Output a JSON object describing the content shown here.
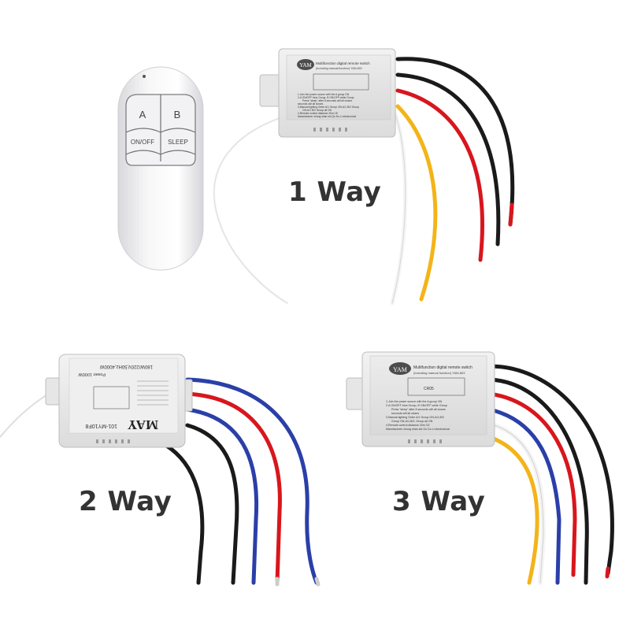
{
  "remote": {
    "button_a": "A",
    "button_b": "B",
    "button_on_off": "ON/OFF",
    "button_sleep": "SLEEP"
  },
  "captions": {
    "one_way": "1 Way",
    "two_way": "2 Way",
    "three_way": "3 Way"
  },
  "module_1": {
    "brand": "YAM",
    "title": "Multifunction digital remote switch",
    "subtitle": "(Including manual function) YAM-802",
    "lines": [
      "1.Join the power source with the A group ON",
      "2.A ON/OFF blue Group, B ON/OFF white Group",
      "Press \"sleep\" after 8 seconds will all closes",
      "seconds will all closes",
      "3.Manual lighting Order A/1 Group ON-A/1 B/2 Group",
      "ON-A/1 B/2 Group all ON",
      "4.Remote control distance 20m CE",
      "Manufacturer zhong shan shi Qu Du Li electronical"
    ]
  },
  "module_2": {
    "brand": "MAY",
    "model": "101-MY10F8",
    "spec": "180W/220V,50Hz,4000W",
    "label_top": "Power 1000W"
  },
  "module_3": {
    "brand": "YAM",
    "title": "Multifunction digital remote switch",
    "subtitle": "(Including manual function) YAM-803",
    "chip": "CR05",
    "lines": [
      "1.Join the power source with the A group ON",
      "2.A ON/OFF blue Group, B ON/OFF white Group",
      "Press \"sleep\" after 8 seconds will all closes",
      "seconds will all closes",
      "3.Manual lighting Order A/1 Group ON-A/1,B/2",
      "Group ON-A/1,B/2, Group all ON",
      "4.Remote control distance 20m CE",
      "Manufacturer zhong shan shi Gu Du Li electronical"
    ]
  },
  "colors": {
    "wire_black": "#1a1a1a",
    "wire_red": "#d8161d",
    "wire_blue": "#2a3fa8",
    "wire_yellow": "#f3b41a",
    "wire_white": "#f4f4f4",
    "caption": "#333333",
    "housing": "#eeeeee"
  }
}
